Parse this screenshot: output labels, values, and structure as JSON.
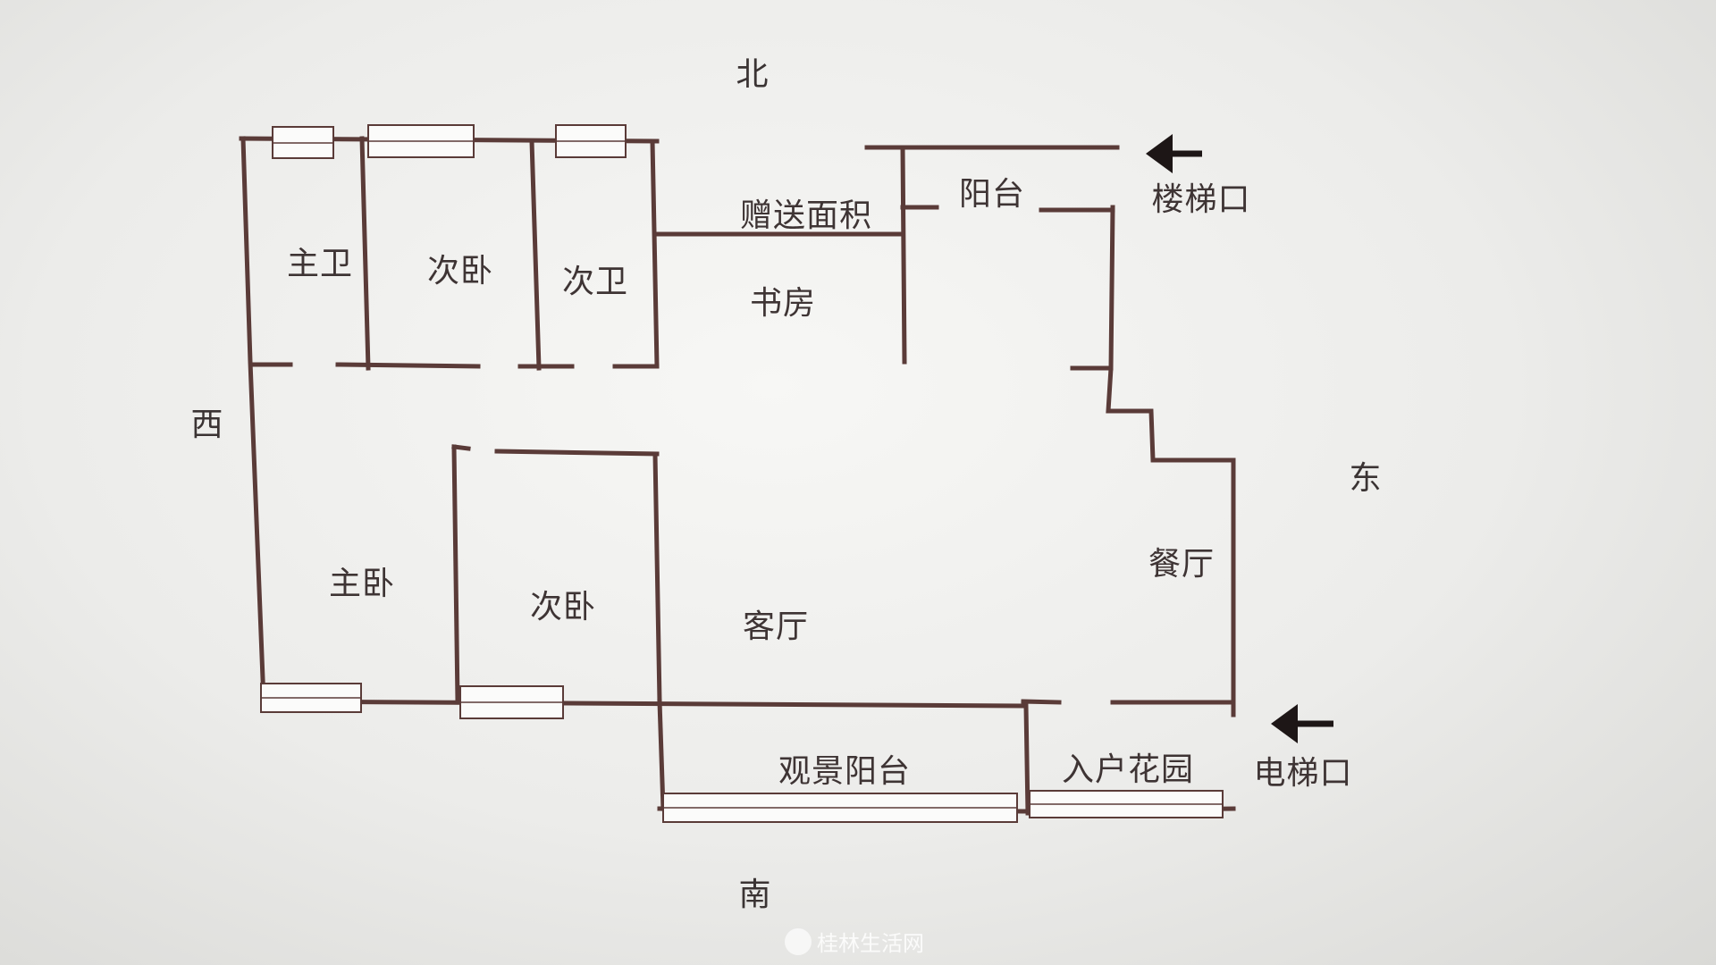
{
  "compass": {
    "north": "北",
    "south": "南",
    "east": "东",
    "west": "西"
  },
  "rooms": {
    "master_bath": "主卫",
    "second_bedroom_north": "次卧",
    "second_bath": "次卫",
    "bonus_area": "赠送面积",
    "study": "书房",
    "balcony": "阳台",
    "master_bedroom": "主卧",
    "second_bedroom_south": "次卧",
    "living_room": "客厅",
    "dining_room": "餐厅",
    "view_balcony": "观景阳台",
    "entry_garden": "入户花园"
  },
  "entrances": {
    "stairway": "楼梯口",
    "elevator": "电梯口"
  },
  "watermark": "桂林生活网",
  "colors": {
    "wall": "#5a3b38",
    "text": "#3e3434"
  }
}
